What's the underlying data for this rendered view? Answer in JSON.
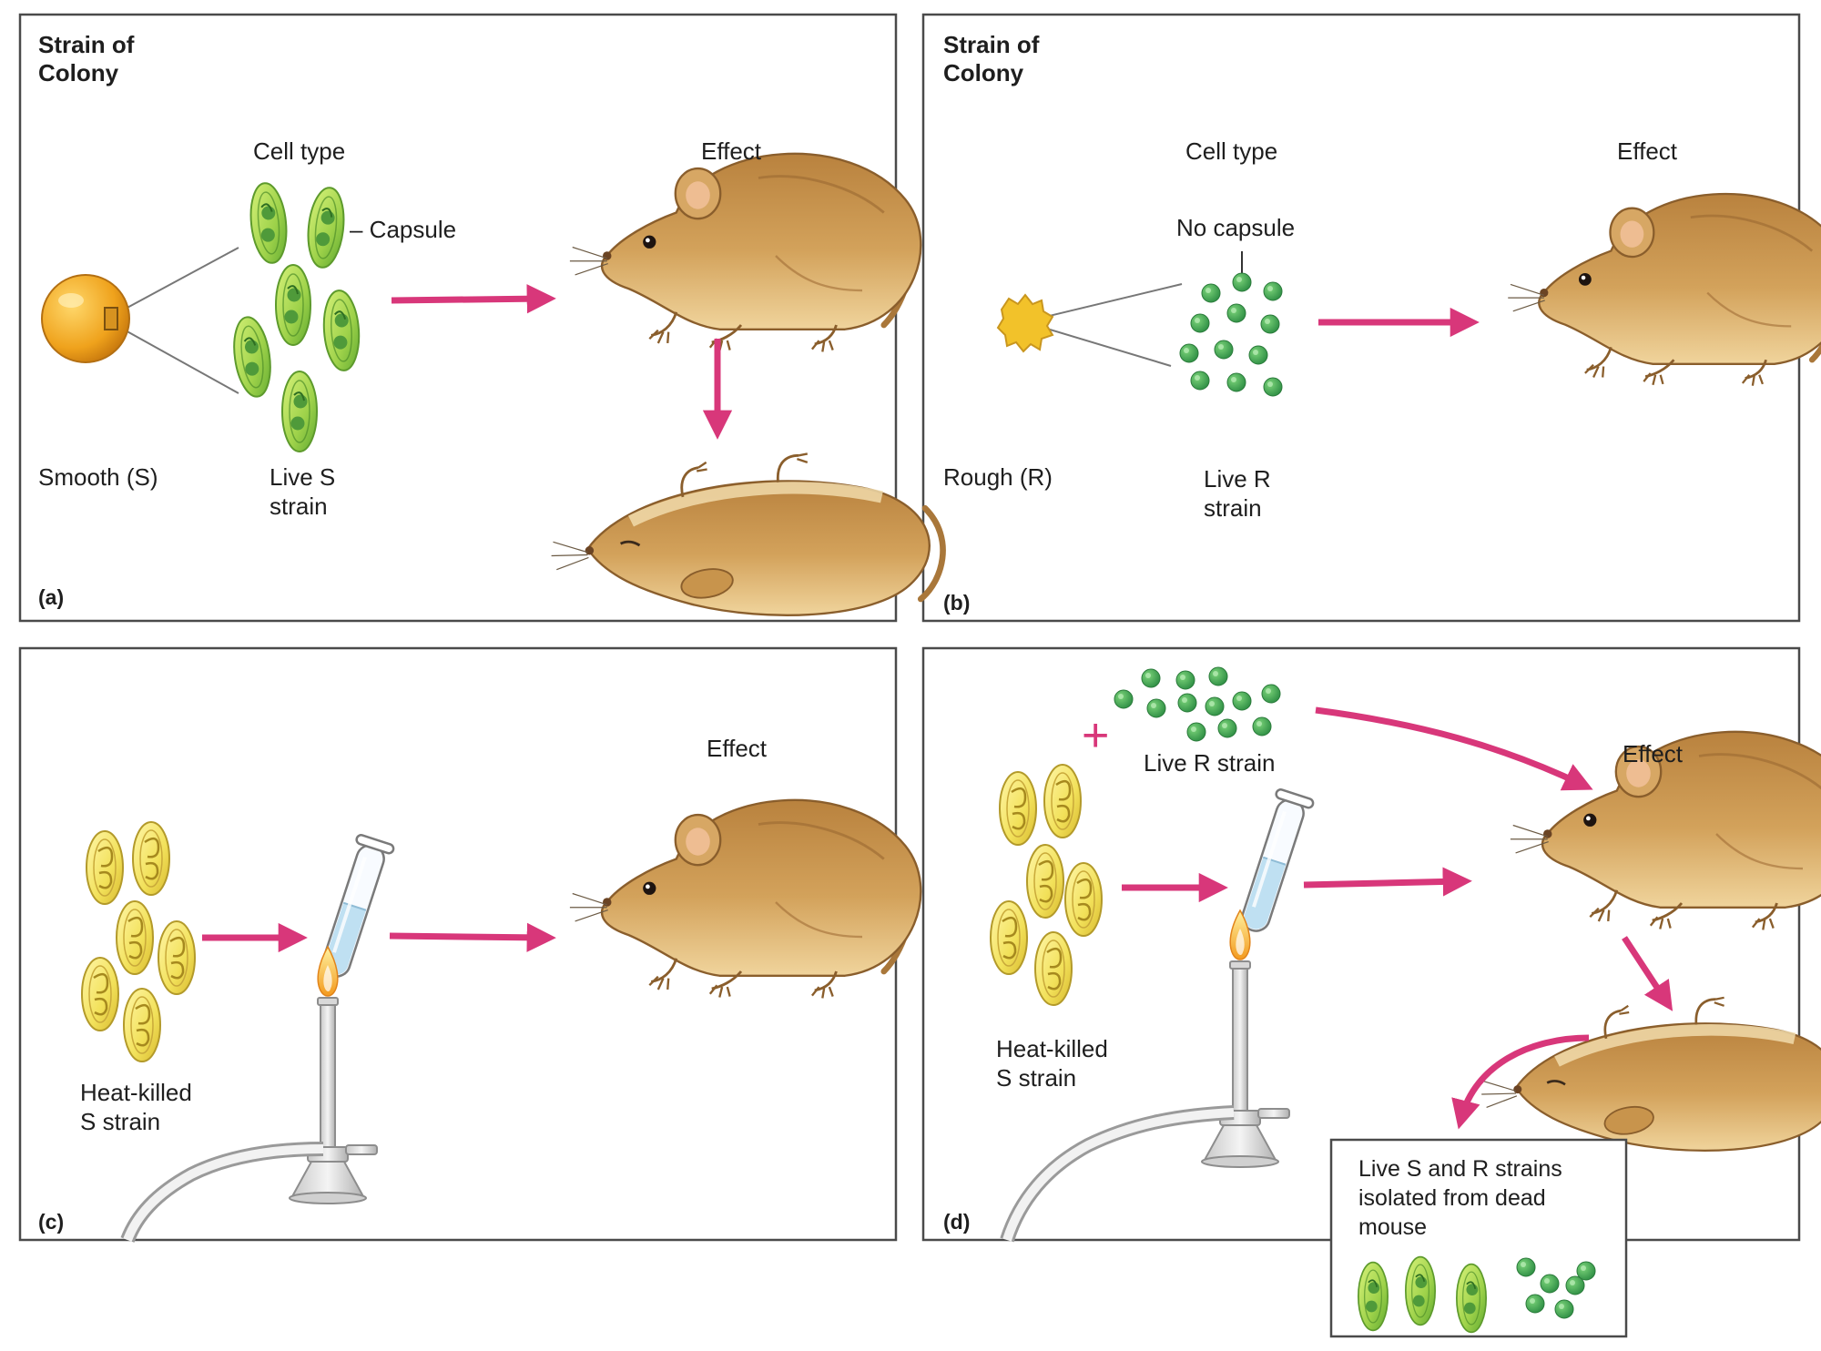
{
  "panels": {
    "a": {
      "label": "(a)",
      "header": "Strain of\nColony",
      "cell_type": "Cell type",
      "effect": "Effect",
      "capsule": "– Capsule",
      "colony": "Smooth  (S)",
      "strain": "Live S\nstrain"
    },
    "b": {
      "label": "(b)",
      "header": "Strain of\nColony",
      "cell_type": "Cell type",
      "effect": "Effect",
      "capsule": "No capsule",
      "colony": "Rough (R)",
      "strain": "Live R\nstrain"
    },
    "c": {
      "label": "(c)",
      "effect": "Effect",
      "strain": "Heat-killed\nS strain"
    },
    "d": {
      "label": "(d)",
      "effect": "Effect",
      "plus": "+",
      "live_r": "Live R strain",
      "strain": "Heat-killed\nS strain",
      "result": "Live S and R strains\nisolated from dead\nmouse"
    }
  },
  "colors": {
    "arrow": "#d8377a",
    "border": "#4a4a4a",
    "s_cell": "#9ed24a",
    "r_cell": "#3fa656",
    "killed_cell": "#f2e15a",
    "mouse": "#c8944c",
    "smooth_colony": "#efa21c",
    "rough_colony": "#f2c22a",
    "tube_liquid": "#bfe0f2"
  }
}
